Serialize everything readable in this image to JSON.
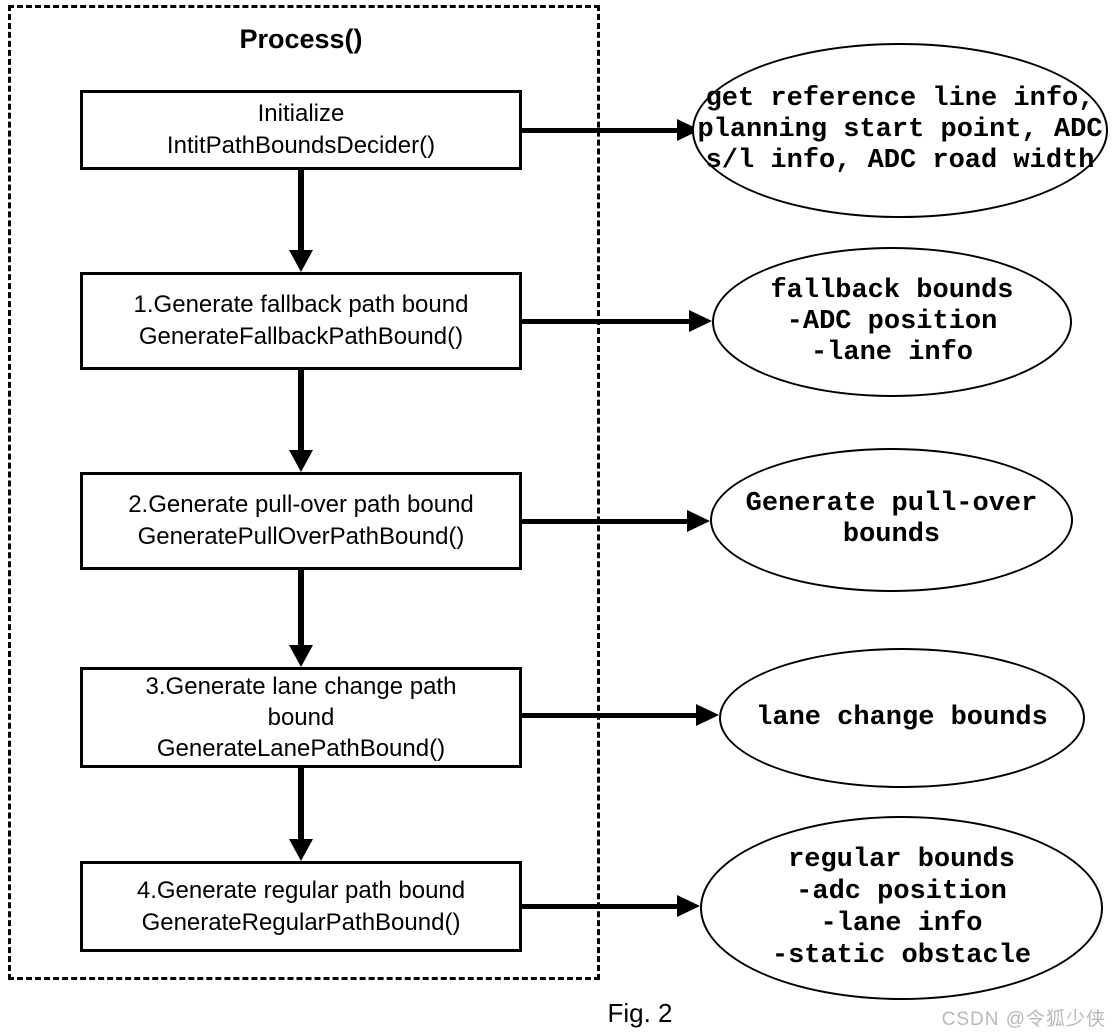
{
  "colors": {
    "line": "#000000",
    "background": "#ffffff",
    "watermark_gray": "#b9b9b9"
  },
  "process": {
    "title": "Process()",
    "steps": [
      {
        "box": "Initialize\nIntitPathBoundsDecider()",
        "note": "get reference line info,\nplanning start point, ADC\ns/l info, ADC road width"
      },
      {
        "box": "1.Generate fallback path bound\nGenerateFallbackPathBound()",
        "note": "fallback bounds\n-ADC position\n-lane info"
      },
      {
        "box": "2.Generate pull-over path bound\nGeneratePullOverPathBound()",
        "note": "Generate pull-over\nbounds"
      },
      {
        "box": "3.Generate lane change path\nbound\nGenerateLanePathBound()",
        "note": "lane change bounds"
      },
      {
        "box": "4.Generate regular path bound\nGenerateRegularPathBound()",
        "note": "regular bounds\n-adc position\n-lane info\n-static obstacle"
      }
    ]
  },
  "caption": "Fig. 2",
  "watermark": "CSDN @令狐少侠"
}
